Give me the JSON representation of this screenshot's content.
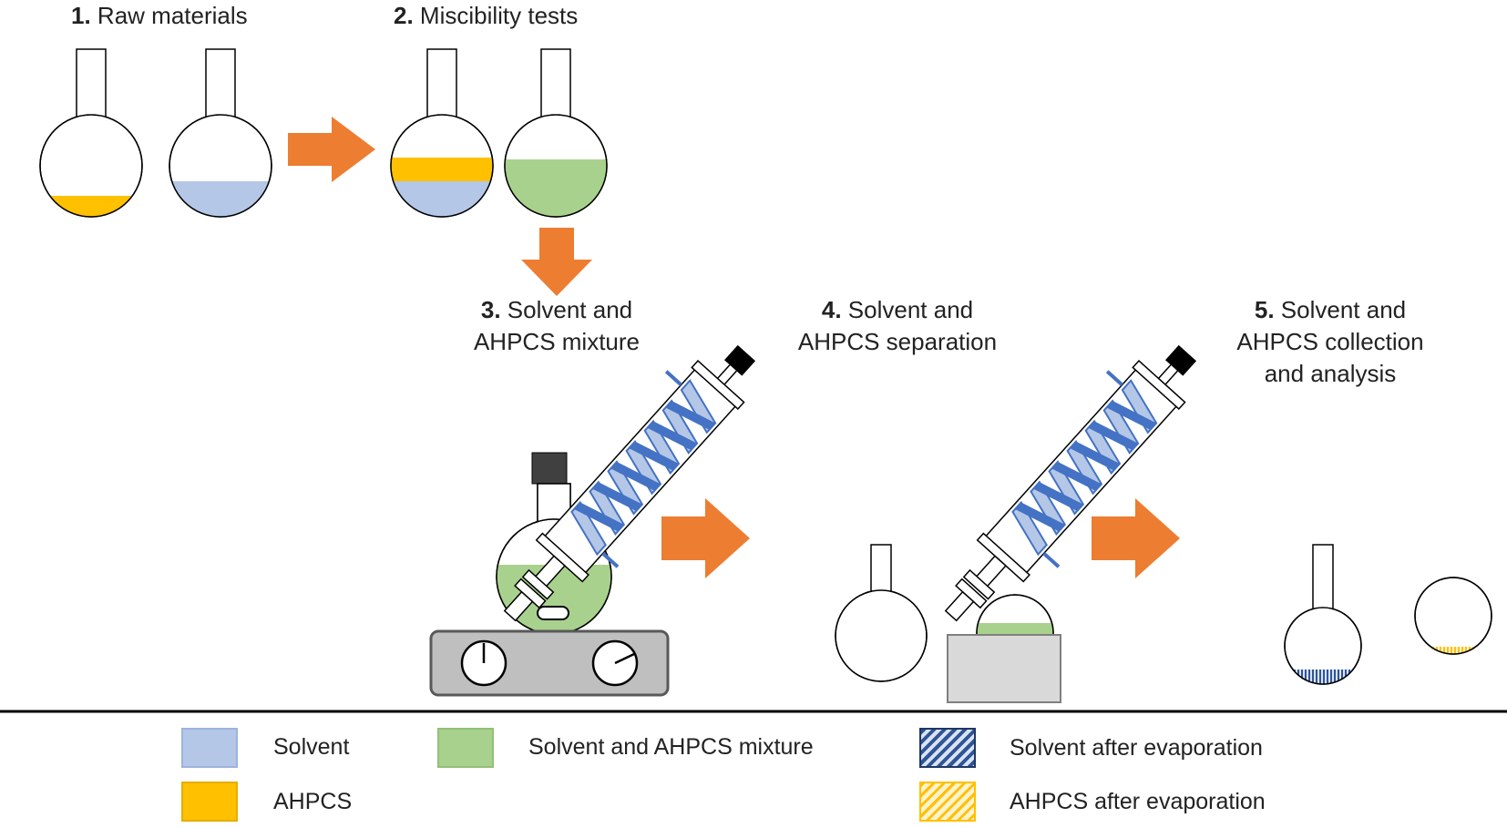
{
  "steps": [
    {
      "number": "1.",
      "lines": [
        "Raw materials"
      ]
    },
    {
      "number": "2.",
      "lines": [
        "Miscibility tests"
      ]
    },
    {
      "number": "3.",
      "lines": [
        "Solvent and",
        "AHPCS mixture"
      ]
    },
    {
      "number": "4.",
      "lines": [
        "Solvent and",
        "AHPCS separation"
      ]
    },
    {
      "number": "5.",
      "lines": [
        "Solvent and",
        "AHPCS collection",
        "and analysis"
      ]
    }
  ],
  "legend": [
    {
      "label": "Solvent",
      "color": "#b4c7e7",
      "pattern": "solid"
    },
    {
      "label": "AHPCS",
      "color": "#ffc000",
      "pattern": "solid"
    },
    {
      "label": "Solvent and AHPCS mixture",
      "color": "#a9d18e",
      "pattern": "solid"
    },
    {
      "label": "Solvent after evaporation",
      "color": "#2f5597",
      "pattern": "hatched"
    },
    {
      "label": "AHPCS after evaporation",
      "color": "#ffc000",
      "pattern": "hatched"
    }
  ],
  "colors": {
    "solvent": "#b4c7e7",
    "ahpcs": "#ffc000",
    "mixture": "#a9d18e",
    "arrow": "#ed7d31",
    "coil": "#4472c4",
    "hotplate": "#bfbfbf",
    "heater": "#d9d9d9"
  }
}
